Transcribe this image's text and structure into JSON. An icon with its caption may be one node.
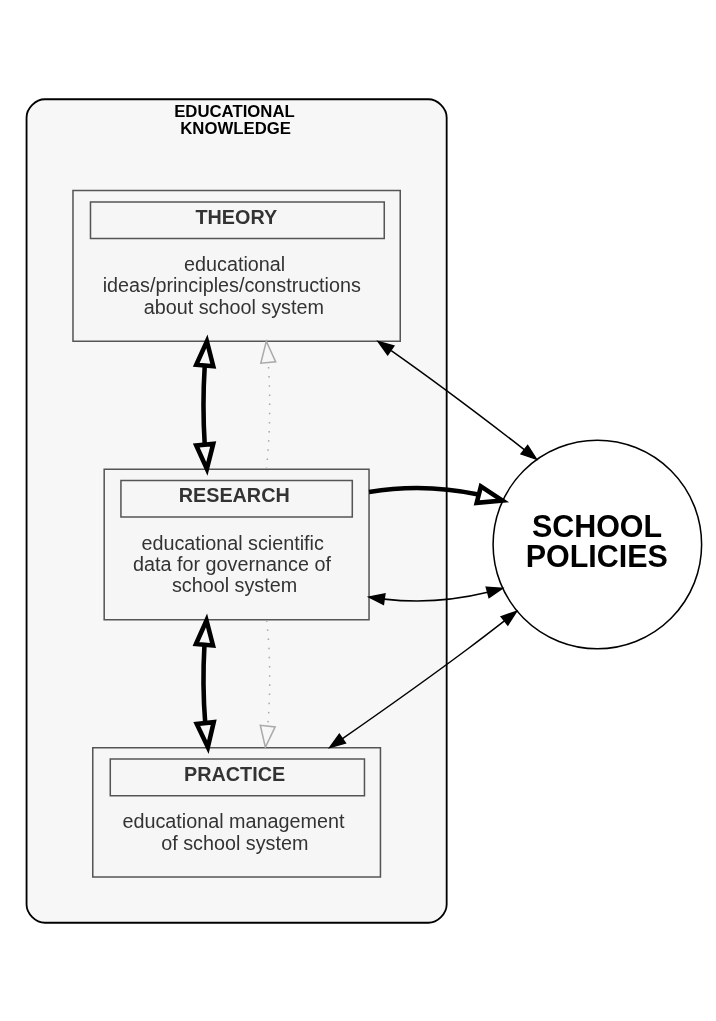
{
  "diagram": {
    "nodes": [
      {
        "text": [
          "EDUCATIONAL KNOWLEDGE"
        ]
      },
      {
        "text": [
          "THEORY",
          "educational ideas/principles/constructions about school system"
        ],
        "in": 0
      },
      {
        "text": [
          "RESEARCH",
          "educational scientific data for governance of school system"
        ],
        "in": 0
      },
      {
        "text": [
          "PRACTICE",
          "educational management of school system"
        ],
        "in": 0
      },
      {
        "text": [
          "SCHOOL POLICIES"
        ]
      }
    ],
    "edges": [
      {
        "from": 1,
        "to": 4,
        "arrow": "both"
      },
      {
        "from": 2,
        "to": 4,
        "arrow": "both"
      },
      {
        "from": 3,
        "to": 4,
        "arrow": "both"
      },
      {
        "from": 2,
        "to": 4,
        "arrow": "to",
        "style": "thick"
      },
      {
        "from": 1,
        "to": 2,
        "arrow": "both",
        "style": "thick"
      },
      {
        "from": 2,
        "to": 3,
        "arrow": "both",
        "style": "thick"
      },
      {
        "from": 2,
        "to": 1,
        "arrow": "to",
        "style": "dashed",
        "color": "#aaaaaa"
      },
      {
        "from": 2,
        "to": 3,
        "arrow": "to",
        "style": "dashed",
        "color": "#aaaaaa"
      }
    ]
  }
}
